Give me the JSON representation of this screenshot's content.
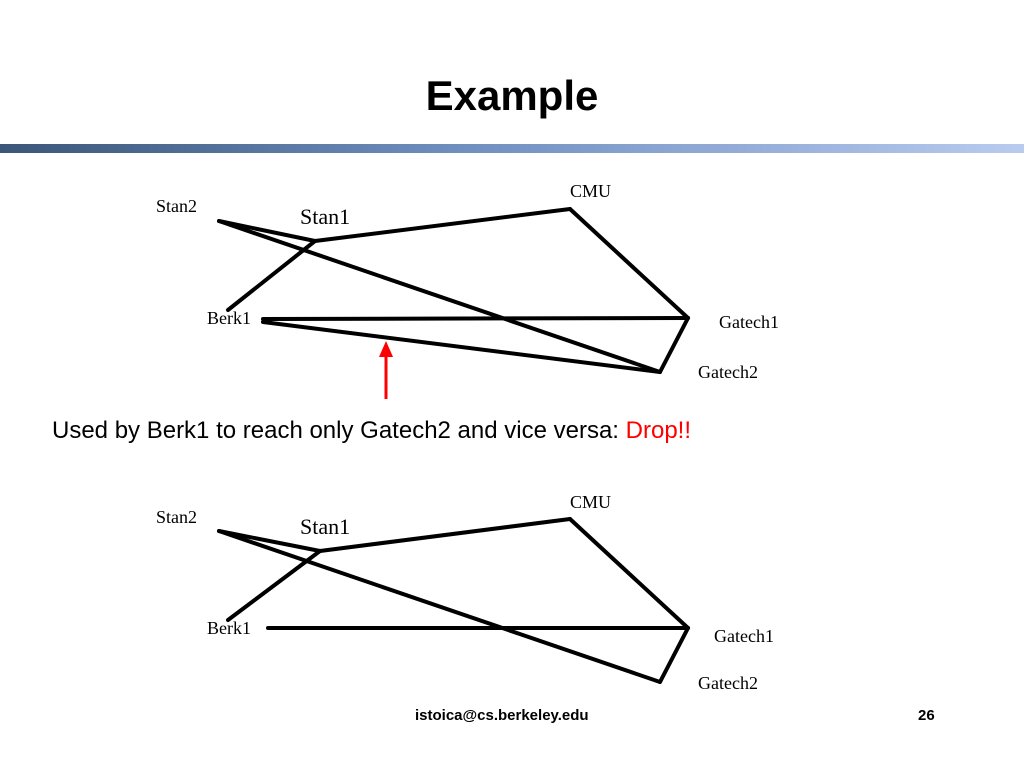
{
  "slide": {
    "title": "Example",
    "caption": {
      "text": "Used by Berk1 to reach only Gatech2 and vice versa: ",
      "highlight": "Drop!!",
      "highlight_color": "#ff0000"
    },
    "footer": {
      "email": "istoica@cs.berkeley.edu",
      "page_number": "26"
    },
    "arrow_color": "#ff0000"
  },
  "diagram_top": {
    "nodes": {
      "stan2": "Stan2",
      "stan1": "Stan1",
      "cmu": "CMU",
      "berk1": "Berk1",
      "gatech1": "Gatech1",
      "gatech2": "Gatech2"
    },
    "links": [
      [
        "Stan2",
        "Stan1"
      ],
      [
        "Stan2",
        "Gatech2"
      ],
      [
        "Stan1",
        "CMU"
      ],
      [
        "Stan1",
        "Berk1"
      ],
      [
        "CMU",
        "Gatech1"
      ],
      [
        "Berk1",
        "Gatech1"
      ],
      [
        "Berk1",
        "Gatech2"
      ],
      [
        "Gatech1",
        "Gatech2"
      ]
    ]
  },
  "diagram_bottom": {
    "nodes": {
      "stan2": "Stan2",
      "stan1": "Stan1",
      "cmu": "CMU",
      "berk1": "Berk1",
      "gatech1": "Gatech1",
      "gatech2": "Gatech2"
    },
    "links": [
      [
        "Stan2",
        "Stan1"
      ],
      [
        "Stan2",
        "Gatech2"
      ],
      [
        "Stan1",
        "CMU"
      ],
      [
        "Stan1",
        "Berk1"
      ],
      [
        "CMU",
        "Gatech1"
      ],
      [
        "Berk1",
        "Gatech1"
      ],
      [
        "Gatech1",
        "Gatech2"
      ]
    ]
  }
}
